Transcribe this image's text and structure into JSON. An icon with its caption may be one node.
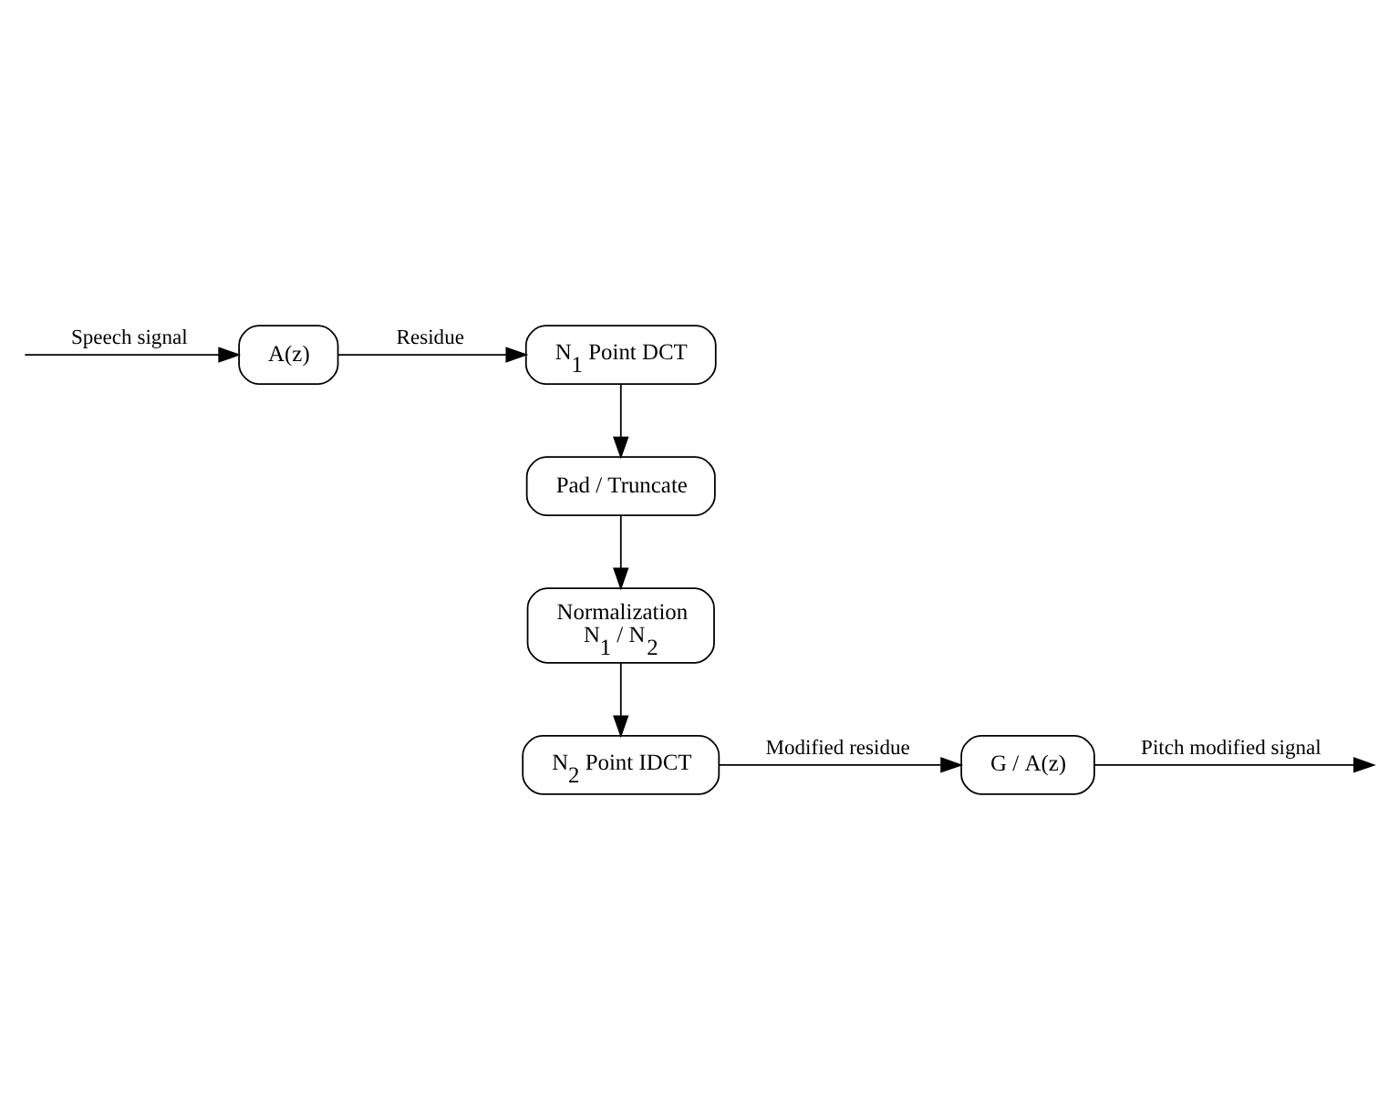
{
  "diagram": {
    "nodes": [
      {
        "text": [
          "A(z)"
        ]
      },
      {
        "text": [
          "N$_{1}$ Point DCT"
        ]
      },
      {
        "text": [
          "Pad / Truncate"
        ]
      },
      {
        "text": [
          "Normalization",
          "N$_{1}$ / N$_{2}$"
        ]
      },
      {
        "text": [
          "N$_{2}$ Point IDCT"
        ]
      },
      {
        "text": [
          "G / A(z)"
        ]
      }
    ],
    "edges": [
      {
        "from": null,
        "to": 0,
        "arrow": "to",
        "label": "Speech signal"
      },
      {
        "from": 0,
        "to": 1,
        "arrow": "to",
        "label": "Residue"
      },
      {
        "from": 1,
        "to": 2,
        "arrow": "to"
      },
      {
        "from": 2,
        "to": 3,
        "arrow": "to"
      },
      {
        "from": 3,
        "to": 4,
        "arrow": "to"
      },
      {
        "from": 4,
        "to": 5,
        "arrow": "to",
        "label": "Modified residue"
      },
      {
        "from": 5,
        "to": null,
        "arrow": "to",
        "label": "Pitch modified signal"
      }
    ]
  }
}
